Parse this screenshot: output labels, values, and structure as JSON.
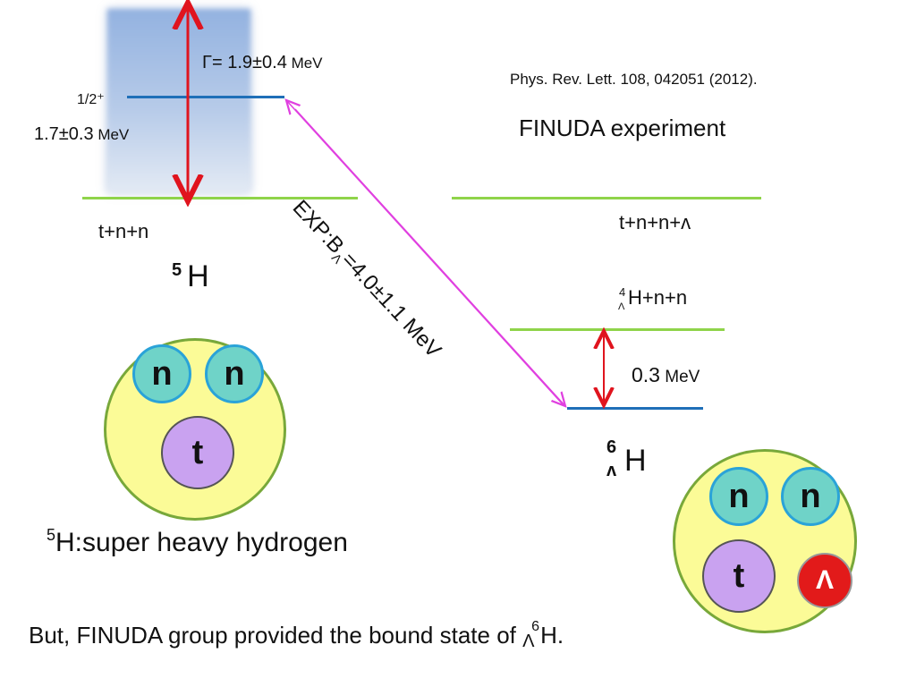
{
  "gamma_label": "Γ= 1.9±0.4",
  "gamma_unit": " MeV",
  "spin_label": "1/2⁺",
  "energy_17_value": "1.7±0.3",
  "energy_17_unit": " MeV",
  "tnn_label": "t+n+n",
  "h5_mass": "5",
  "h5_symbol": "H",
  "reference": "Phys. Rev. Lett. 108, 042051 (2012).",
  "finuda_title": "FINUDA experiment",
  "tnnl_label": "t+n+n+ʌ",
  "exp_prefix": "EXP:B",
  "exp_sub": "Λ",
  "exp_value": "=4.0±1.1 MeV",
  "hlnn_mass": "4",
  "hlnn_sub": "Λ",
  "hlnn_rest": "H+n+n",
  "gap_value": "0.3",
  "gap_unit": " MeV",
  "h6_mass": "6",
  "h6_sub": "ʌ",
  "h6_symbol": "H",
  "left_n1": "n",
  "left_n2": "n",
  "left_t": "t",
  "right_n1": "n",
  "right_n2": "n",
  "right_t": "t",
  "right_lambda": "Λ",
  "super_heavy_sup": "5",
  "super_heavy_text": "H:super heavy hydrogen",
  "bottom_text": "But, FINUDA group provided the bound state of ",
  "bottom_sub": "Λ",
  "bottom_sup": "6",
  "bottom_h": "H.",
  "colors": {
    "level_green": "#8fd44a",
    "level_blue": "#1f6fb8",
    "arrow_red": "#e0141e",
    "arrow_magenta": "#e040e0"
  }
}
